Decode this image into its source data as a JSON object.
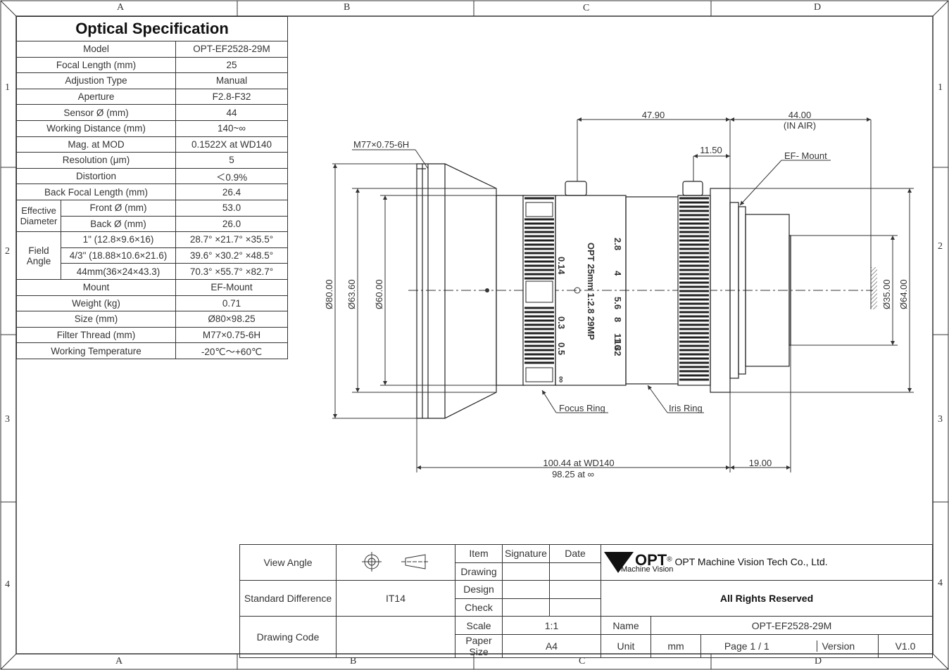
{
  "frame": {
    "columns": [
      "A",
      "B",
      "C",
      "D"
    ],
    "rows": [
      "1",
      "2",
      "3",
      "4"
    ]
  },
  "spec": {
    "title": "Optical Specification",
    "rows": [
      {
        "label": "Model",
        "value": "OPT-EF2528-29M"
      },
      {
        "label": "Focal Length (mm)",
        "value": "25"
      },
      {
        "label": "Adjustion Type",
        "value": "Manual"
      },
      {
        "label": "Aperture",
        "value": "F2.8-F32"
      },
      {
        "label": "Sensor Ø (mm)",
        "value": "44"
      },
      {
        "label": "Working Distance (mm)",
        "value": "140~∞"
      },
      {
        "label": "Mag. at MOD",
        "value": "0.1522X at WD140"
      },
      {
        "label": "Resolution (μm)",
        "value": "5"
      },
      {
        "label": "Distortion",
        "value": "＜0.9%"
      },
      {
        "label": "Back Focal Length (mm)",
        "value": "26.4"
      }
    ],
    "effective_diameter": {
      "group": "Effective Diameter",
      "front_label": "Front Ø (mm)",
      "front_value": "53.0",
      "back_label": "Back Ø (mm)",
      "back_value": "26.0"
    },
    "field_angle": {
      "group": "Field Angle",
      "rows": [
        {
          "label": "1\" (12.8×9.6×16)",
          "value": "28.7° ×21.7° ×35.5°"
        },
        {
          "label": "4/3\" (18.88×10.6×21.6)",
          "value": "39.6° ×30.2° ×48.5°"
        },
        {
          "label": "44mm(36×24×43.3)",
          "value": "70.3° ×55.7° ×82.7°"
        }
      ]
    },
    "rows_after": [
      {
        "label": "Mount",
        "value": "EF-Mount"
      },
      {
        "label": "Weight (kg)",
        "value": "0.71"
      },
      {
        "label": "Size (mm)",
        "value": "Ø80×98.25"
      },
      {
        "label": "Filter Thread (mm)",
        "value": "M77×0.75-6H"
      },
      {
        "label": "Working Temperature",
        "value": "-20℃～+60℃"
      }
    ]
  },
  "drawing": {
    "dims": {
      "d4790": "47.90",
      "d4400": "44.00",
      "in_air": "(IN AIR)",
      "d1150": "11.50",
      "thread": "M77×0.75-6H",
      "mount": "EF- Mount",
      "phi80": "Ø80.00",
      "phi636": "Ø63.60",
      "phi60": "Ø60.00",
      "phi35": "Ø35.00",
      "phi64": "Ø64.00",
      "len1": "100.44  at WD140",
      "len2": "98.25  at ∞",
      "d1900": "19.00"
    },
    "labels": {
      "focus_ring": "Focus Ring",
      "iris_ring": "Iris Ring",
      "engrave": "OPT 25mm 1:2.8 29MP",
      "apertures": [
        "2.8",
        "4",
        "5.6",
        "8",
        "11",
        "16",
        "32"
      ],
      "focus_marks": [
        "0.14",
        "0.3",
        "0.5",
        "∞"
      ]
    }
  },
  "title_block": {
    "view_angle": "View Angle",
    "standard_difference": "Standard Difference",
    "std_value": "IT14",
    "drawing_code": "Drawing Code",
    "item": "Item",
    "signature": "Signature",
    "date": "Date",
    "drawing": "Drawing",
    "design": "Design",
    "check": "Check",
    "scale": "Scale",
    "scale_value": "1:1",
    "paper_size": "Paper Size",
    "paper_value": "A4",
    "logo_text": "OPT",
    "logo_sub": "Machine Vision",
    "company": "OPT Machine Vision Tech Co., Ltd.",
    "rights": "All Rights Reserved",
    "name_label": "Name",
    "name_value": "OPT-EF2528-29M",
    "unit_label": "Unit",
    "unit_value": "mm",
    "page": "Page  1 / 1",
    "version_label": "Version",
    "version_value": "V1.0"
  }
}
